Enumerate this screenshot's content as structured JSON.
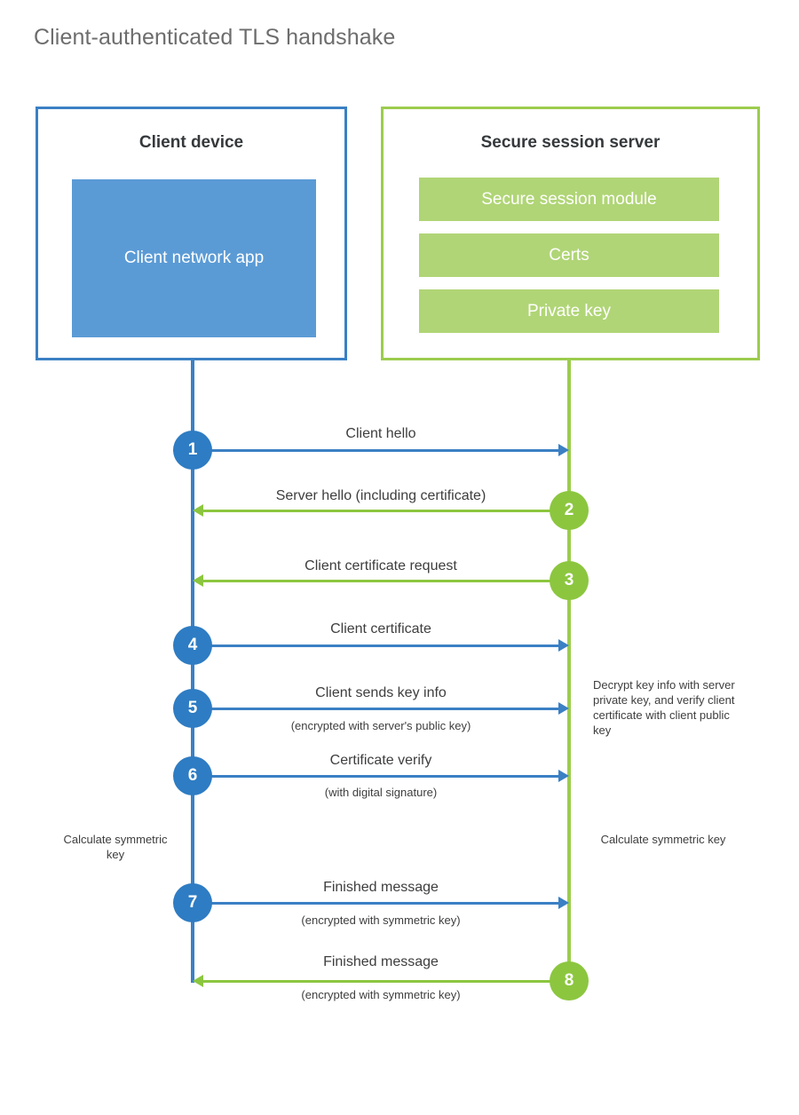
{
  "title": "Client-authenticated TLS handshake",
  "colors": {
    "client_border": "#3b80c4",
    "client_fill": "#5b9bd5",
    "server_border": "#9ccc4e",
    "server_fill": "#b0d576",
    "client_step": "#2e7cc3",
    "server_step": "#8cc63f",
    "title_text": "#6d6d6d",
    "body_text": "#3e3e3e"
  },
  "client": {
    "title": "Client device",
    "app_label": "Client network app"
  },
  "server": {
    "title": "Secure session server",
    "components": [
      "Secure session module",
      "Certs",
      "Private key"
    ]
  },
  "steps": [
    {
      "number": "1",
      "origin": "client",
      "direction": "to-server",
      "label": "Client hello",
      "sublabel": ""
    },
    {
      "number": "2",
      "origin": "server",
      "direction": "to-client",
      "label": "Server hello (including certificate)",
      "sublabel": ""
    },
    {
      "number": "3",
      "origin": "server",
      "direction": "to-client",
      "label": "Client certificate request",
      "sublabel": ""
    },
    {
      "number": "4",
      "origin": "client",
      "direction": "to-server",
      "label": "Client certificate",
      "sublabel": ""
    },
    {
      "number": "5",
      "origin": "client",
      "direction": "to-server",
      "label": "Client sends key info",
      "sublabel": "(encrypted with server's public key)"
    },
    {
      "number": "6",
      "origin": "client",
      "direction": "to-server",
      "label": "Certificate verify",
      "sublabel": "(with digital signature)"
    },
    {
      "number": "7",
      "origin": "client",
      "direction": "to-server",
      "label": "Finished message",
      "sublabel": "(encrypted with symmetric key)"
    },
    {
      "number": "8",
      "origin": "server",
      "direction": "to-client",
      "label": "Finished message",
      "sublabel": "(encrypted with symmetric key)"
    }
  ],
  "notes": {
    "server_processing": "Decrypt key info with server private key, and verify client certificate with client public key",
    "client_calculate": "Calculate symmetric key",
    "server_calculate": "Calculate symmetric key"
  }
}
